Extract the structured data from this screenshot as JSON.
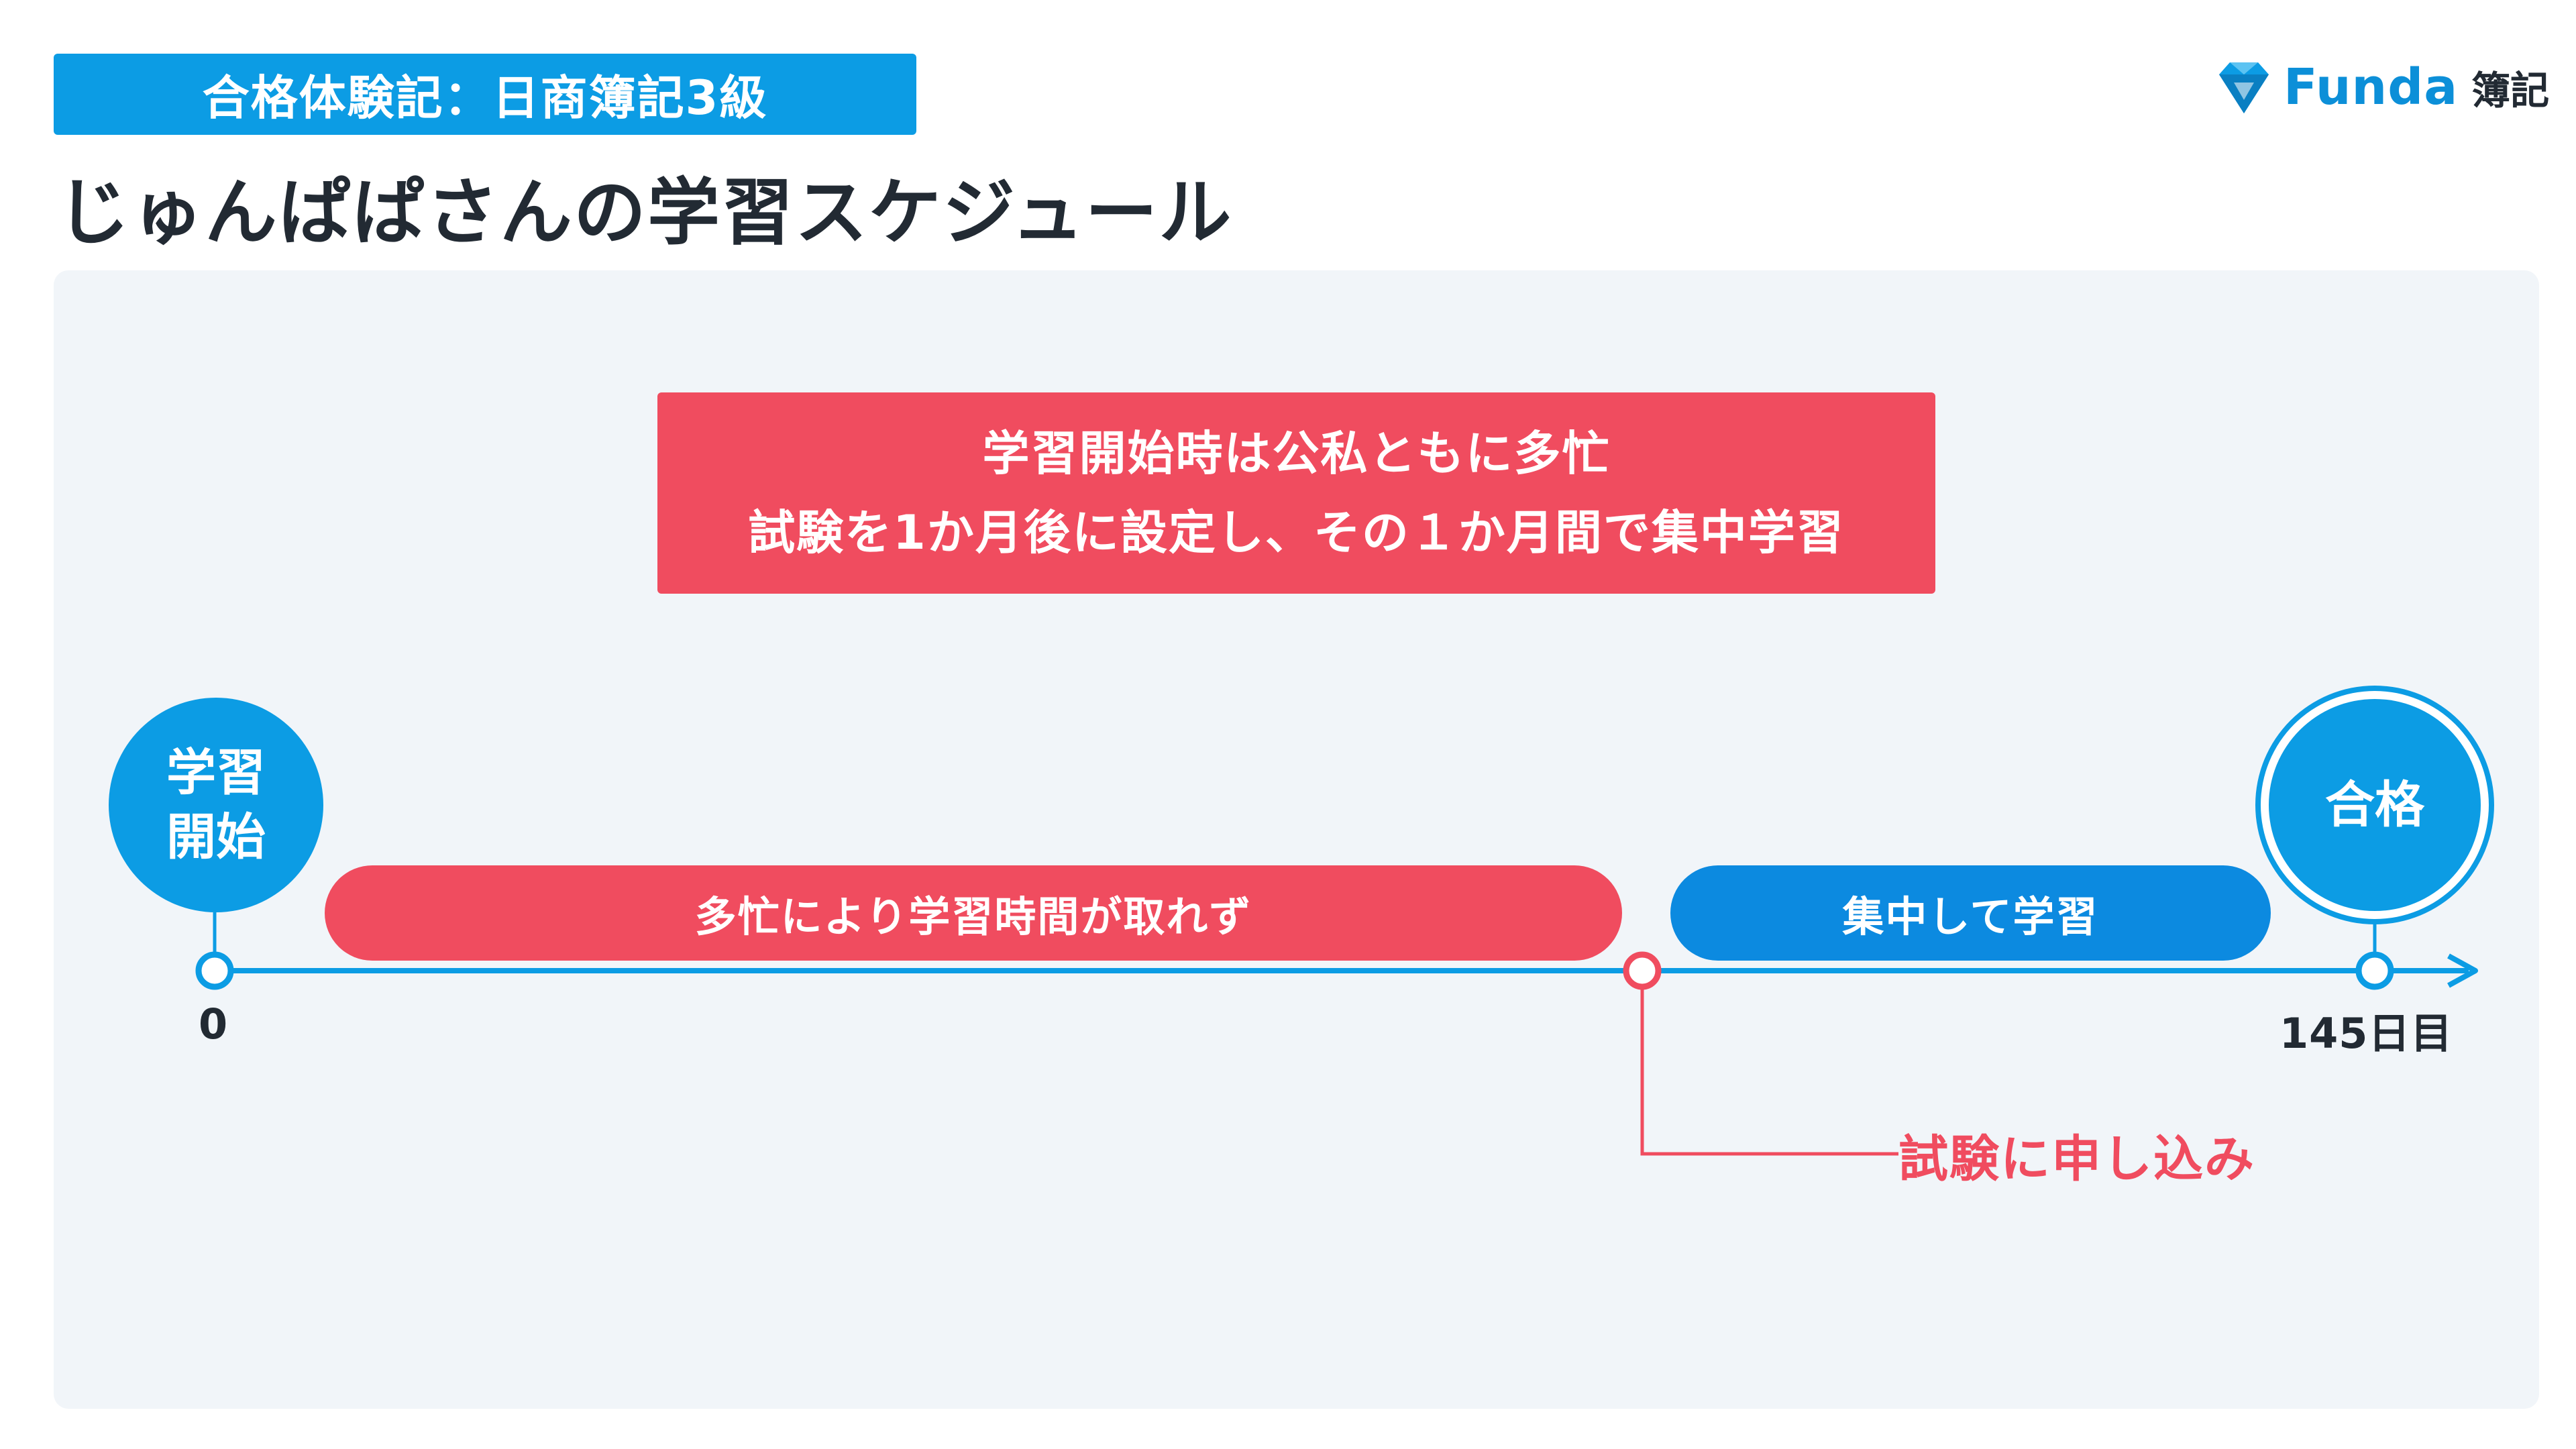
{
  "header": {
    "tag": "合格体験記：日商簿記3級",
    "title": "じゅんぱぱさんの学習スケジュール",
    "logo_text": "Funda",
    "logo_sub": "簿記"
  },
  "note": {
    "line1": "学習開始時は公私ともに多忙",
    "line2": "試験を1か月後に設定し、その１か月間で集中学習"
  },
  "timeline": {
    "start_circle_line1": "学習",
    "start_circle_line2": "開始",
    "end_circle": "合格",
    "start_label": "0",
    "end_label": "145日目",
    "busy_bar": "多忙により学習時間が取れず",
    "focus_bar": "集中して学習",
    "apply_label": "試験に申し込み"
  },
  "colors": {
    "accent_blue": "#0c9ce4",
    "accent_red": "#f04c5f",
    "text_dark": "#222a33",
    "panel_bg": "#f1f5f9"
  }
}
